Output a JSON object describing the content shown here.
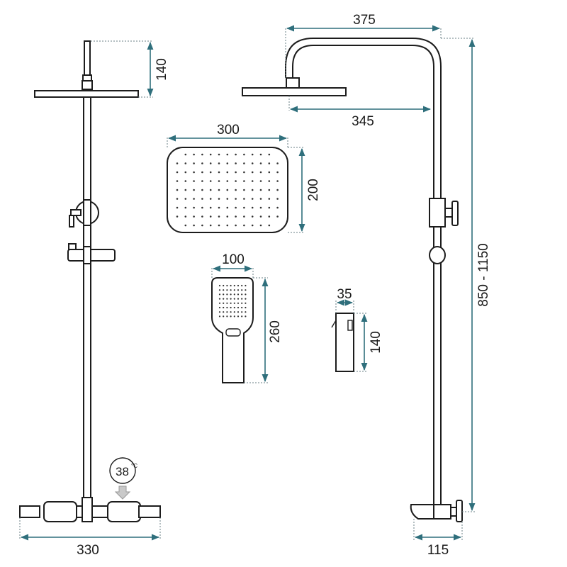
{
  "dimensions": {
    "left_shower_arm_height": "140",
    "top_arm_width": "375",
    "arm_reach": "345",
    "rain_head_width": "300",
    "rain_head_depth": "200",
    "hand_shower_width": "100",
    "hand_shower_length": "260",
    "holder_width": "35",
    "holder_height": "140",
    "column_height_range": "850 - 1150",
    "mixer_width": "330",
    "mixer_depth": "115"
  },
  "display": {
    "temperature": "38",
    "unit": "°C"
  },
  "colors": {
    "line": "#1c1c1c",
    "dimension": "#2f6f7c"
  }
}
